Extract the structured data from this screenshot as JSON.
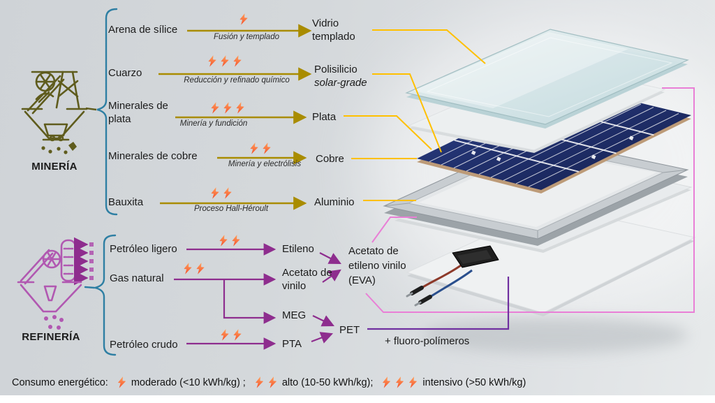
{
  "palette": {
    "ink": "#1b1b1b",
    "mining_arrow": "#a98c00",
    "mining_callout": "#ffc000",
    "refinery_arrow": "#8e2d8e",
    "pet_line": "#7030a0",
    "eva_line": "#e97fd6",
    "bracket": "#2e7fa3",
    "bolt_top": "#ffa25e",
    "bolt_bottom": "#f4502a",
    "mining_icon": "#5f5c1d",
    "refinery_icon": "#b158b1"
  },
  "mining": {
    "caption": "MINERÍA",
    "rows": [
      {
        "source": "Arena de sílice",
        "process": "Fusión y templado",
        "bolts": 1,
        "product": "Vidrio templado"
      },
      {
        "source": "Cuarzo",
        "process": "Reducción y refinado químico",
        "bolts": 3,
        "product": "Polisilicio",
        "product_grade": "solar-grade"
      },
      {
        "source": "Minerales de plata",
        "process": "Minería y fundición",
        "bolts": 3,
        "product": "Plata"
      },
      {
        "source": "Minerales de cobre",
        "process": "Minería y electrólisis",
        "bolts": 2,
        "product": "Cobre"
      },
      {
        "source": "Bauxita",
        "process": "Proceso Hall-Héroult",
        "bolts": 2,
        "product": "Aluminio"
      }
    ]
  },
  "refinery": {
    "caption": "REFINERÍA",
    "rows": [
      {
        "source": "Petróleo ligero",
        "bolts": 2,
        "product": "Etileno"
      },
      {
        "source": "Gas natural",
        "bolts": 2,
        "product": "Acetato de vinilo",
        "branch_product": "MEG"
      },
      {
        "source": "Petróleo crudo",
        "bolts": 2,
        "product": "PTA"
      }
    ],
    "derived": {
      "eva": "Acetato de etileno vinilo (EVA)",
      "pet": "PET",
      "pet_suffix": "+ fluoro-polímeros"
    }
  },
  "legend": {
    "title": "Consumo energético:",
    "items": [
      {
        "bolts": 1,
        "label": "moderado (<10 kWh/kg) ;"
      },
      {
        "bolts": 2,
        "label": "alto (10-50 kWh/kg);"
      },
      {
        "bolts": 3,
        "label": "intensivo (>50 kWh/kg)"
      }
    ]
  }
}
